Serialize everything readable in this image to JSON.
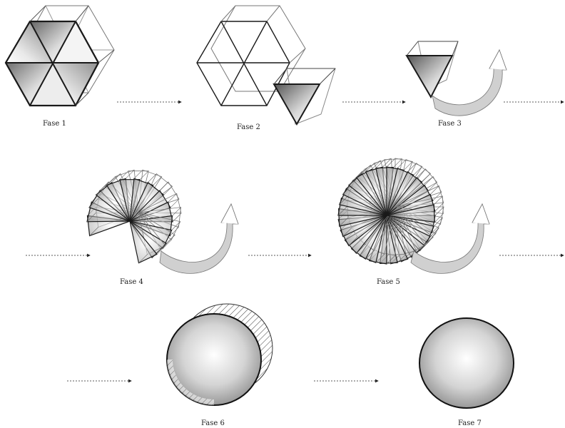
{
  "phases": [
    {
      "label": "Fase 1"
    },
    {
      "label": "Fase 2"
    },
    {
      "label": "Fase 3"
    },
    {
      "label": "Fase 4"
    },
    {
      "label": "Fase 5"
    },
    {
      "label": "Fase 6"
    },
    {
      "label": "Fase 7"
    }
  ],
  "colors": {
    "stroke": "#1a1a1a",
    "light_stroke": "#666666",
    "arrow_fill": "#c8c8c8",
    "sphere_edge": "#111111"
  }
}
